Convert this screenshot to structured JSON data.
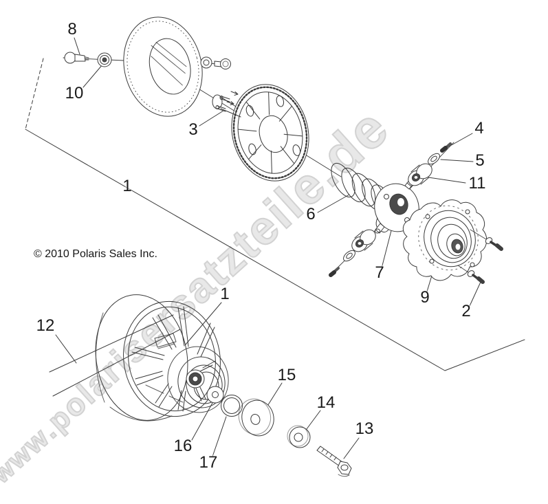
{
  "watermark": {
    "text": "www.polarisersatzteile.de",
    "color": "#e8e8e8"
  },
  "copyright": {
    "text": "© 2010 Polaris Sales Inc."
  },
  "diagram": {
    "kind": "exploded-parts-diagram",
    "subject": "Polaris secondary driven clutch assembly",
    "line_color": "#3a3a3a",
    "callouts": [
      {
        "label": "8"
      },
      {
        "label": "10"
      },
      {
        "label": "3"
      },
      {
        "label": "1"
      },
      {
        "label": "6"
      },
      {
        "label": "4"
      },
      {
        "label": "5"
      },
      {
        "label": "11"
      },
      {
        "label": "7"
      },
      {
        "label": "9"
      },
      {
        "label": "2"
      },
      {
        "label": "1"
      },
      {
        "label": "12"
      },
      {
        "label": "15"
      },
      {
        "label": "14"
      },
      {
        "label": "13"
      },
      {
        "label": "16"
      },
      {
        "label": "17"
      }
    ]
  }
}
